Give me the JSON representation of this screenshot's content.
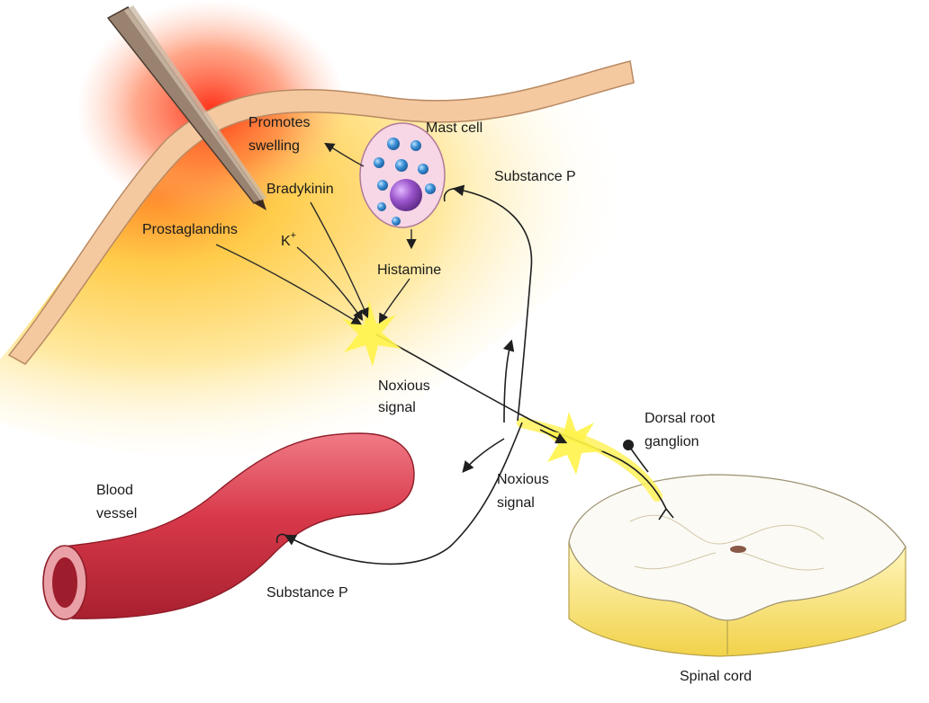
{
  "labels": {
    "promotes_swelling_line1": "Promotes",
    "promotes_swelling_line2": "swelling",
    "mast_cell": "Mast cell",
    "substance_p_top": "Substance P",
    "bradykinin": "Bradykinin",
    "prostaglandins": "Prostaglandins",
    "potassium": "K",
    "potassium_charge": "+",
    "histamine": "Histamine",
    "noxious_signal_upper_line1": "Noxious",
    "noxious_signal_upper_line2": "signal",
    "dorsal_root_line1": "Dorsal root",
    "dorsal_root_line2": "ganglion",
    "noxious_signal_lower_line1": "Noxious",
    "noxious_signal_lower_line2": "signal",
    "blood_vessel_line1": "Blood",
    "blood_vessel_line2": "vessel",
    "substance_p_bottom": "Substance P",
    "spinal_cord": "Spinal cord"
  },
  "colors": {
    "skin_band": "#f5c9a0",
    "skin_outline": "#b88a63",
    "injury_glow": "#ff3b1f",
    "inflamed_tissue": "#ffd766",
    "blood_vessel": "#d8394a",
    "blood_vessel_lumen": "#9e1d2c",
    "mast_cell_body": "#f7d6e6",
    "granule": "#3a8fd6",
    "nucleus": "#8b4bb8",
    "spinal_cord_top": "#fbfaf4",
    "spinal_cord_side": "#f5df6a",
    "nerve_highlight": "#fff25a",
    "spark": "#fff34a"
  }
}
